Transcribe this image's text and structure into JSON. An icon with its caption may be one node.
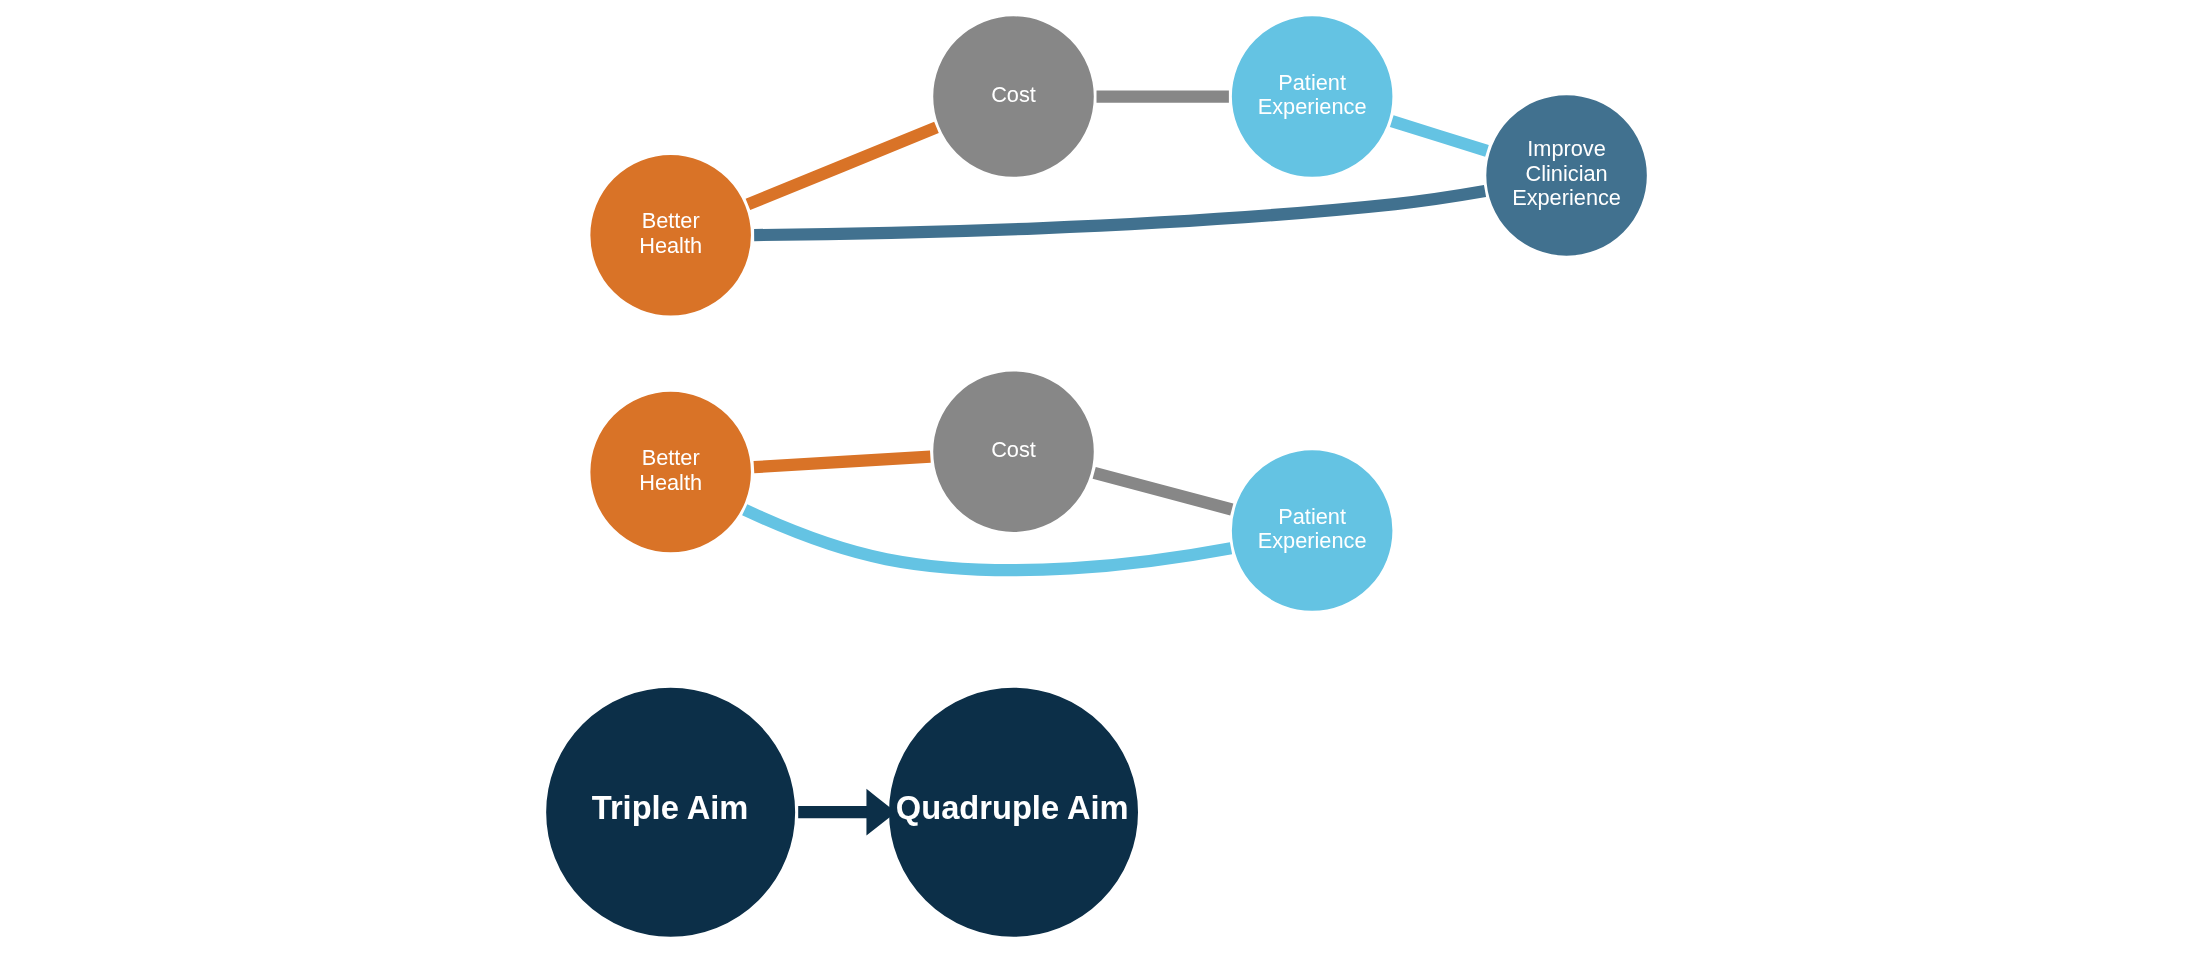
{
  "diagram": {
    "nodes": [
      {
        "text": [
          "Triple Aim"
        ]
      },
      {
        "text": [
          "Better Health"
        ]
      },
      {
        "text": [
          "Cost"
        ]
      },
      {
        "text": [
          "Patient Experience"
        ]
      },
      {
        "text": [
          "Quadruple Aim"
        ]
      },
      {
        "text": [
          "Better Health"
        ]
      },
      {
        "text": [
          "Cost"
        ]
      },
      {
        "text": [
          "Patient Experience"
        ]
      },
      {
        "text": [
          "Improve Clinician Experience"
        ]
      }
    ],
    "edges": [
      {
        "from": 1,
        "to": 2,
        "arrow": "none",
        "color": "#d97327"
      },
      {
        "from": 2,
        "to": 3,
        "arrow": "none",
        "color": "#878787"
      },
      {
        "from": 3,
        "to": 1,
        "arrow": "none",
        "color": "#64c3e3"
      },
      {
        "from": 0,
        "to": 4,
        "arrow": "to",
        "color": "#0c2f48"
      },
      {
        "from": 5,
        "to": 6,
        "arrow": "none",
        "color": "#d97327"
      },
      {
        "from": 6,
        "to": 7,
        "arrow": "none",
        "color": "#878787"
      },
      {
        "from": 7,
        "to": 8,
        "arrow": "none",
        "color": "#64c3e3"
      },
      {
        "from": 8,
        "to": 5,
        "arrow": "none",
        "color": "#41718f"
      }
    ]
  }
}
